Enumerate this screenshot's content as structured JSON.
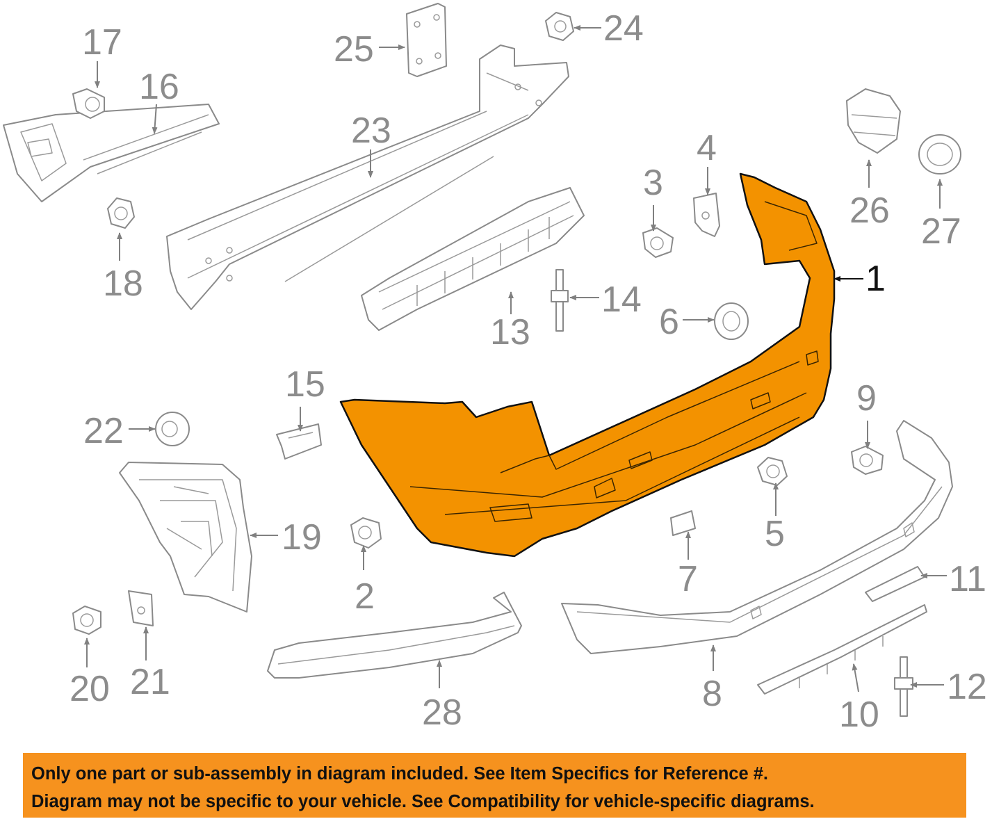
{
  "callouts": {
    "c1": "1",
    "c2": "2",
    "c3": "3",
    "c4": "4",
    "c5": "5",
    "c6": "6",
    "c7": "7",
    "c8": "8",
    "c9": "9",
    "c10": "10",
    "c11": "11",
    "c12": "12",
    "c13": "13",
    "c14": "14",
    "c15": "15",
    "c16": "16",
    "c17": "17",
    "c18": "18",
    "c19": "19",
    "c20": "20",
    "c21": "21",
    "c22": "22",
    "c23": "23",
    "c24": "24",
    "c25": "25",
    "c26": "26",
    "c27": "27",
    "c28": "28"
  },
  "highlighted_part": "1",
  "colors": {
    "highlight": "#f39200",
    "line_art": "#8a8a8a",
    "banner": "#f6921e",
    "banner_text": "#111111"
  },
  "notice": {
    "line1": "Only one part or sub-assembly in diagram included. See Item Specifics for Reference #.",
    "line2": "Diagram may not be specific to your vehicle. See Compatibility for vehicle-specific diagrams."
  }
}
